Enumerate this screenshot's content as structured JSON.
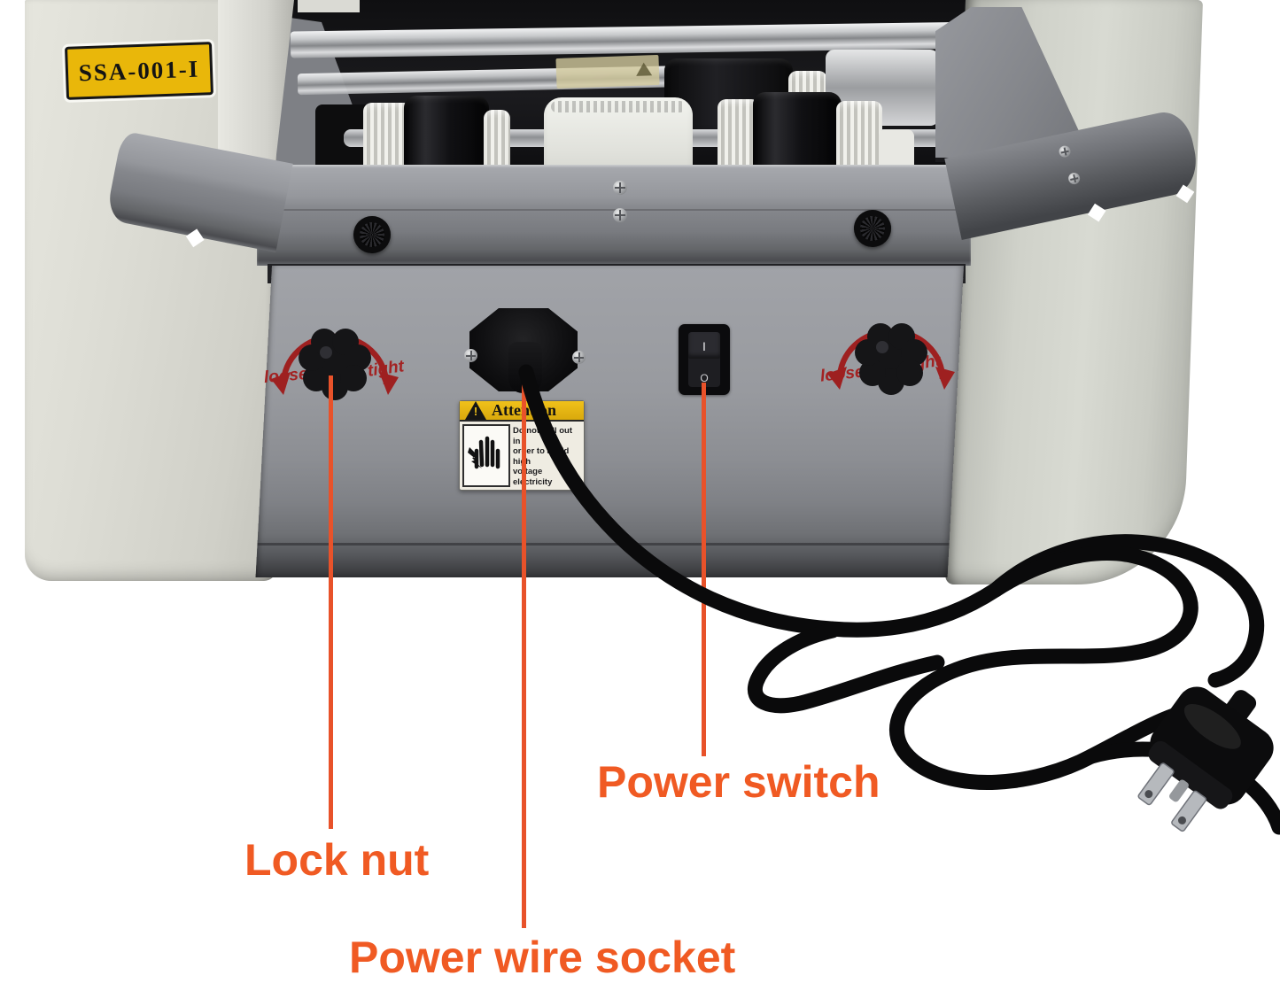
{
  "product": {
    "model_label": "SSA-001-I",
    "knobs": {
      "left": {
        "ccw_label": "loose",
        "cw_label": "tight"
      },
      "right": {
        "ccw_label": "loose",
        "cw_label": "tight"
      }
    },
    "power_switch": {
      "on": "I",
      "off": "O"
    },
    "attention_sticker": {
      "warning_mark": "!",
      "title": "Attention",
      "lines": [
        "Do not pull out in",
        "order to avoid high",
        "voltage electricity"
      ]
    }
  },
  "annotations": {
    "accent_color": "#f05a23",
    "items": [
      {
        "label": "Lock nut",
        "target": "lock-nut-knob"
      },
      {
        "label": "Power wire socket",
        "target": "power-wire-socket"
      },
      {
        "label": "Power switch",
        "target": "power-switch"
      }
    ]
  },
  "colors": {
    "annotation_orange": "#f05a23",
    "model_plate_yellow": "#e9b70a",
    "knob_marking_red": "#a32222",
    "attention_header_yellow": "#e8b60e"
  }
}
